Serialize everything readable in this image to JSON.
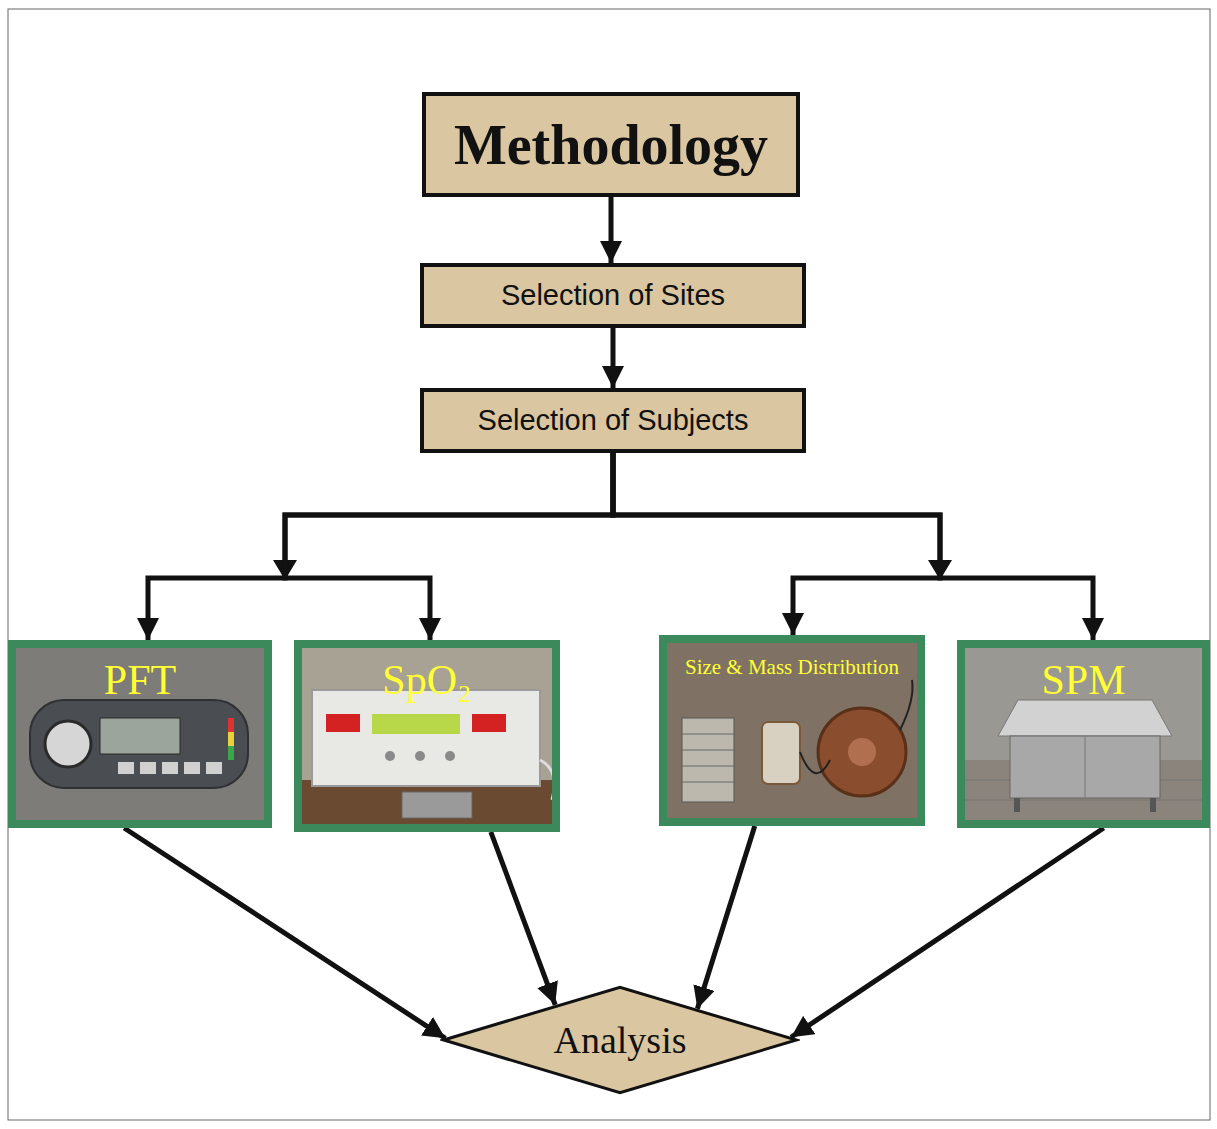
{
  "diagram": {
    "nodes": [
      {
        "text": [
          "Methodology"
        ]
      },
      {
        "text": [
          "Selection of Sites"
        ]
      },
      {
        "text": [
          "Selection of Subjects"
        ]
      },
      {
        "text": [
          "PFT"
        ]
      },
      {
        "text": [
          "SpO₂"
        ]
      },
      {
        "text": [
          "Size & Mass Distribution"
        ]
      },
      {
        "text": [
          "SPM"
        ]
      },
      {
        "text": [
          "Analysis"
        ]
      }
    ],
    "edges": [
      {
        "from": 0,
        "to": 1,
        "arrow": "to"
      },
      {
        "from": 1,
        "to": 2,
        "arrow": "to"
      },
      {
        "from": 2,
        "to": 3,
        "arrow": "to"
      },
      {
        "from": 2,
        "to": 4,
        "arrow": "to"
      },
      {
        "from": 2,
        "to": 5,
        "arrow": "to"
      },
      {
        "from": 2,
        "to": 6,
        "arrow": "to"
      },
      {
        "from": 3,
        "to": 7,
        "arrow": "to"
      },
      {
        "from": 4,
        "to": 7,
        "arrow": "to"
      },
      {
        "from": 5,
        "to": 7,
        "arrow": "to"
      },
      {
        "from": 6,
        "to": 7,
        "arrow": "to"
      }
    ]
  }
}
